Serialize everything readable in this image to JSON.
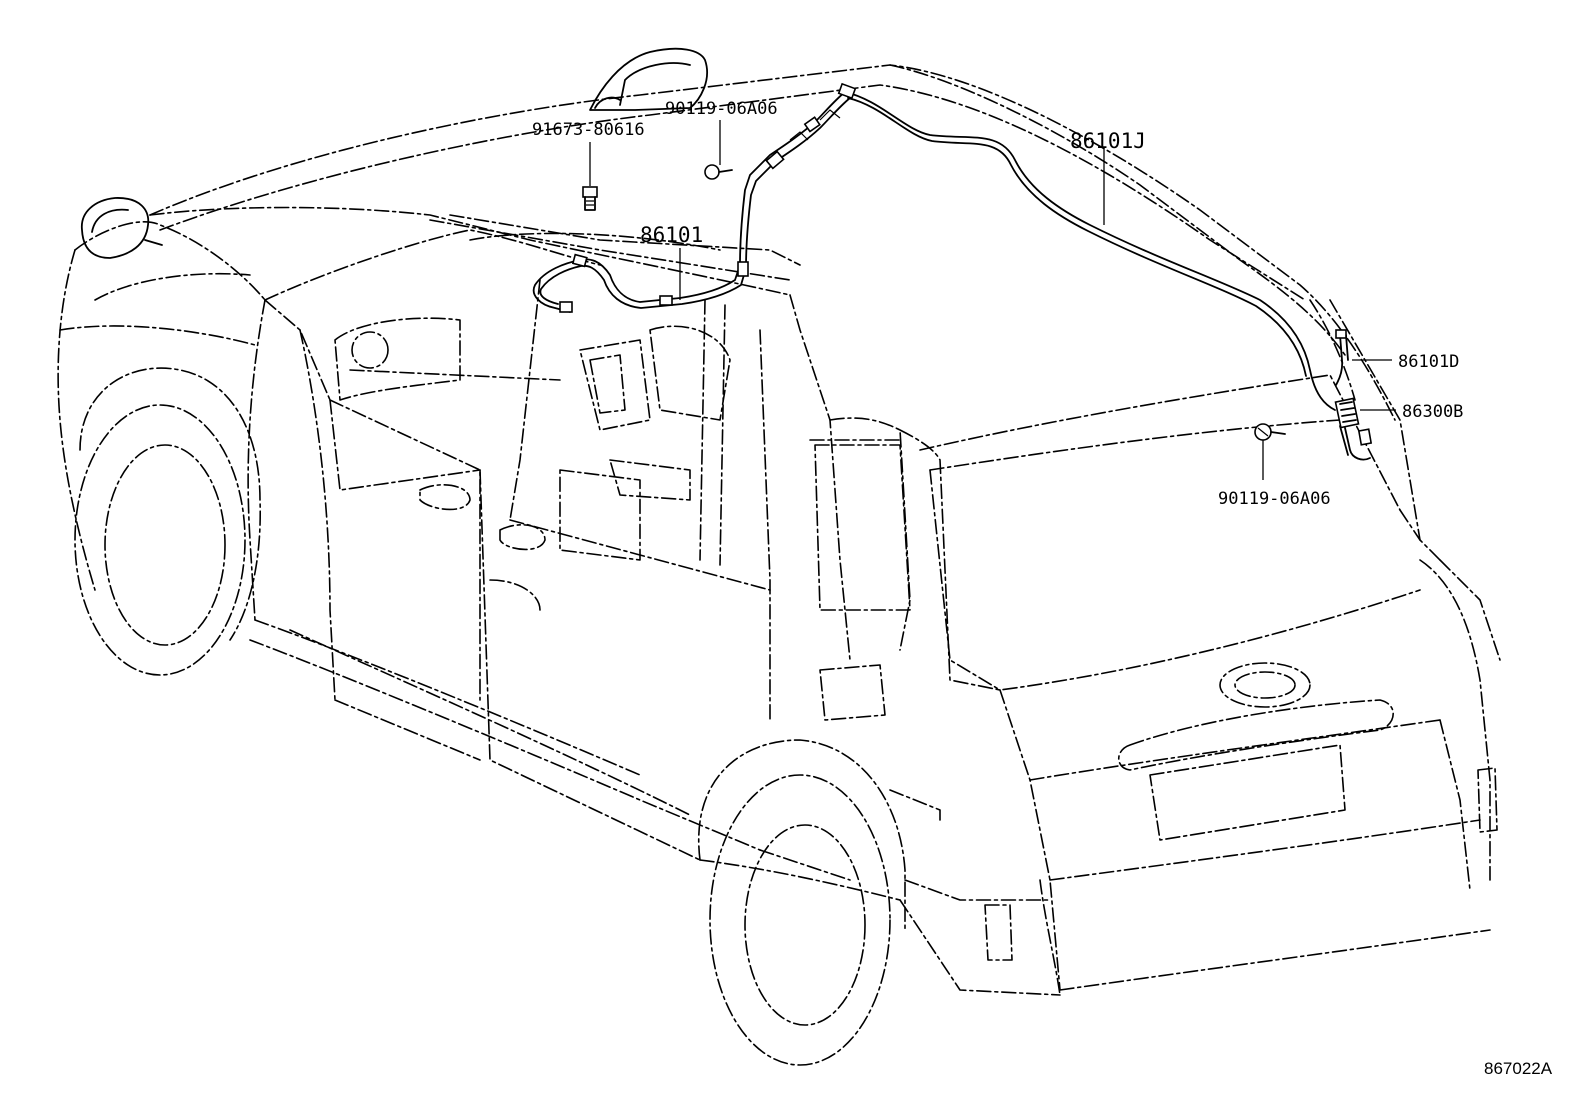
{
  "diagram": {
    "parts": {
      "clip_front": "91673-80616",
      "screw_top": "90119-06A06",
      "wire_roof": "86101J",
      "wire_front": "86101",
      "cord_rear": "86101D",
      "antenna_amp": "86300B",
      "screw_rear": "90119-06A06"
    },
    "figure_code": "867022A"
  }
}
